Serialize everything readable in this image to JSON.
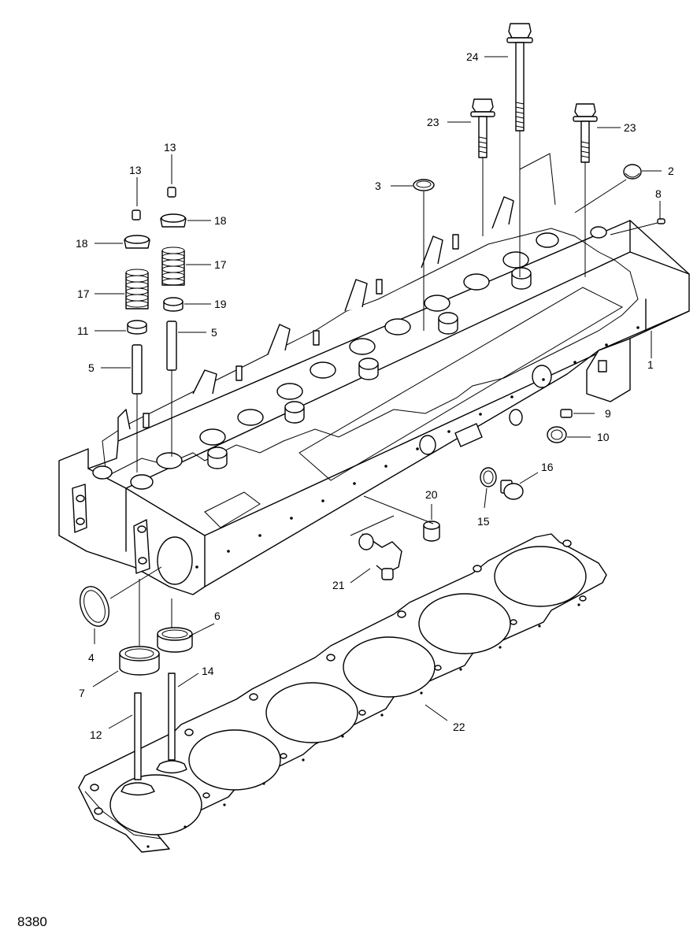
{
  "figure_number": "8380",
  "callouts": [
    {
      "id": "c1",
      "label": "1"
    },
    {
      "id": "c2",
      "label": "2"
    },
    {
      "id": "c3",
      "label": "3"
    },
    {
      "id": "c4",
      "label": "4"
    },
    {
      "id": "c5a",
      "label": "5"
    },
    {
      "id": "c5b",
      "label": "5"
    },
    {
      "id": "c6",
      "label": "6"
    },
    {
      "id": "c7",
      "label": "7"
    },
    {
      "id": "c8",
      "label": "8"
    },
    {
      "id": "c9",
      "label": "9"
    },
    {
      "id": "c10",
      "label": "10"
    },
    {
      "id": "c11",
      "label": "11"
    },
    {
      "id": "c12",
      "label": "12"
    },
    {
      "id": "c13a",
      "label": "13"
    },
    {
      "id": "c13b",
      "label": "13"
    },
    {
      "id": "c14",
      "label": "14"
    },
    {
      "id": "c15",
      "label": "15"
    },
    {
      "id": "c16",
      "label": "16"
    },
    {
      "id": "c17a",
      "label": "17"
    },
    {
      "id": "c17b",
      "label": "17"
    },
    {
      "id": "c18a",
      "label": "18"
    },
    {
      "id": "c18b",
      "label": "18"
    },
    {
      "id": "c19",
      "label": "19"
    },
    {
      "id": "c20",
      "label": "20"
    },
    {
      "id": "c21",
      "label": "21"
    },
    {
      "id": "c22",
      "label": "22"
    },
    {
      "id": "c23a",
      "label": "23"
    },
    {
      "id": "c23b",
      "label": "23"
    },
    {
      "id": "c24",
      "label": "24"
    }
  ]
}
